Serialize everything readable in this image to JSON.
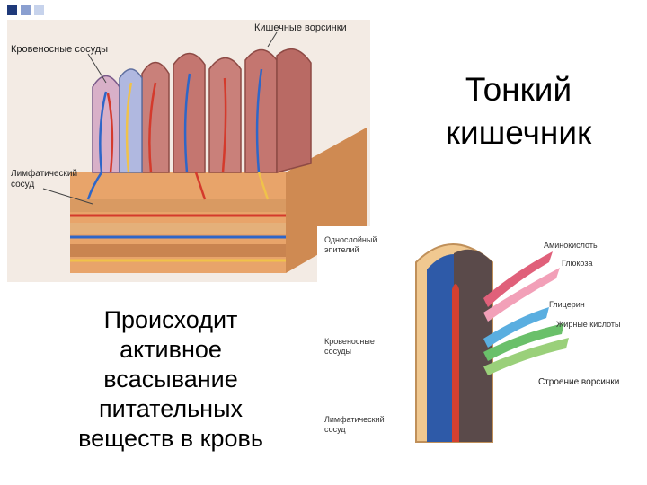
{
  "slide": {
    "title_lines": [
      "Тонкий",
      "кишечник"
    ],
    "body_lines": [
      "Происходит",
      "активное",
      "всасывание",
      "питательных",
      "веществ в кровь"
    ],
    "bullet_colors": [
      "#1f3a7a",
      "#8a9fd0",
      "#c7d3ec"
    ]
  },
  "figure1": {
    "labels": {
      "villi": "Кишечные ворсинки",
      "blood_vessels": "Кровеносные сосуды",
      "lymph_line1": "Лимфатический",
      "lymph_line2": "сосуд"
    },
    "colors": {
      "tissue": "#c9807a",
      "vein": "#2e66c8",
      "artery": "#d43a2c",
      "lymph": "#f0c24a",
      "muscle": "#d99a62"
    }
  },
  "figure2": {
    "labels": {
      "epithelium_line1": "Однослойный",
      "epithelium_line2": "эпителий",
      "amino": "Аминокислоты",
      "glucose": "Глюкоза",
      "glycerin": "Глицерин",
      "fatty": "Жирные кислоты",
      "vessels_line1": "Кровеносные",
      "vessels_line2": "сосуды",
      "lymph_line1": "Лимфатический",
      "lymph_line2": "сосуд",
      "caption": "Строение ворсинки"
    },
    "arrow_colors": [
      "#e0607a",
      "#f2a0b8",
      "#5aaee0",
      "#6ac06a",
      "#9ad07a"
    ]
  }
}
